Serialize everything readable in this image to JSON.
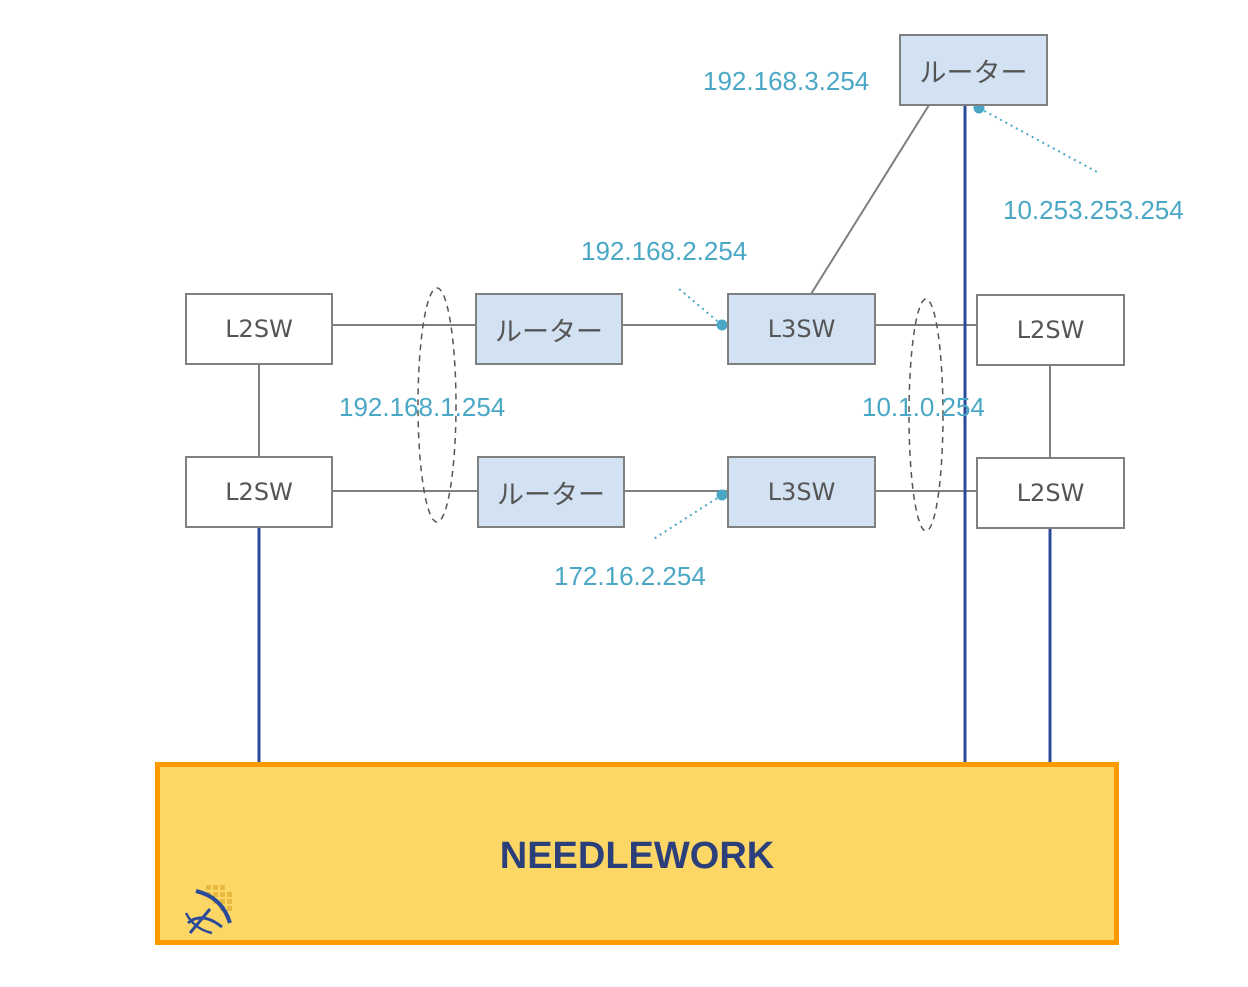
{
  "nodes": {
    "l2sw_top_left": "L2SW",
    "l2sw_bottom_left": "L2SW",
    "router_mid_top": "ルーター",
    "router_mid_bottom": "ルーター",
    "l3sw_top": "L3SW",
    "l3sw_bottom": "L3SW",
    "l2sw_top_right": "L2SW",
    "l2sw_bottom_right": "L2SW",
    "router_top": "ルーター"
  },
  "addresses": {
    "router_top_lan": "192.168.3.254",
    "router_top_wan": "10.253.253.254",
    "l3sw_top_uplink": "192.168.2.254",
    "router_lan_vip": "192.168.1.254",
    "l3sw_vip": "10.1.0.254",
    "l3sw_bottom_uplink": "172.16.2.254"
  },
  "tester": {
    "name": "NEEDLEWORK"
  },
  "colors": {
    "device_fill": "#d3e2f2",
    "address_text": "#4aa8c6",
    "test_link": "#2b4a9a",
    "tester_fill": "#fdd766",
    "tester_border": "#ff9900"
  }
}
